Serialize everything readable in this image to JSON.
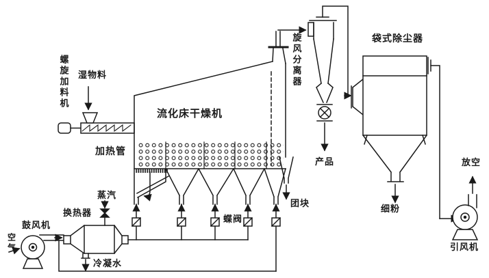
{
  "labels": {
    "screw_feeder": "螺旋加料机",
    "wet_material": "湿物料",
    "fluidized_bed_dryer": "流化床干燥机",
    "heating_tubes": "加热管",
    "steam": "蒸汽",
    "heat_exchanger": "换热器",
    "blower": "鼓风机",
    "air": "空气",
    "condensate_water": "冷凝水",
    "butterfly_valve": "蝶阀",
    "lumps": "团块",
    "cyclone_separator": "旋风分离器",
    "product": "产品",
    "bag_dust_collector": "袋式除尘器",
    "fine_powder": "细粉",
    "vent": "放空",
    "induced_draft_fan": "引风机"
  },
  "colors": {
    "line": "#1a1a1a",
    "background": "#ffffff"
  }
}
